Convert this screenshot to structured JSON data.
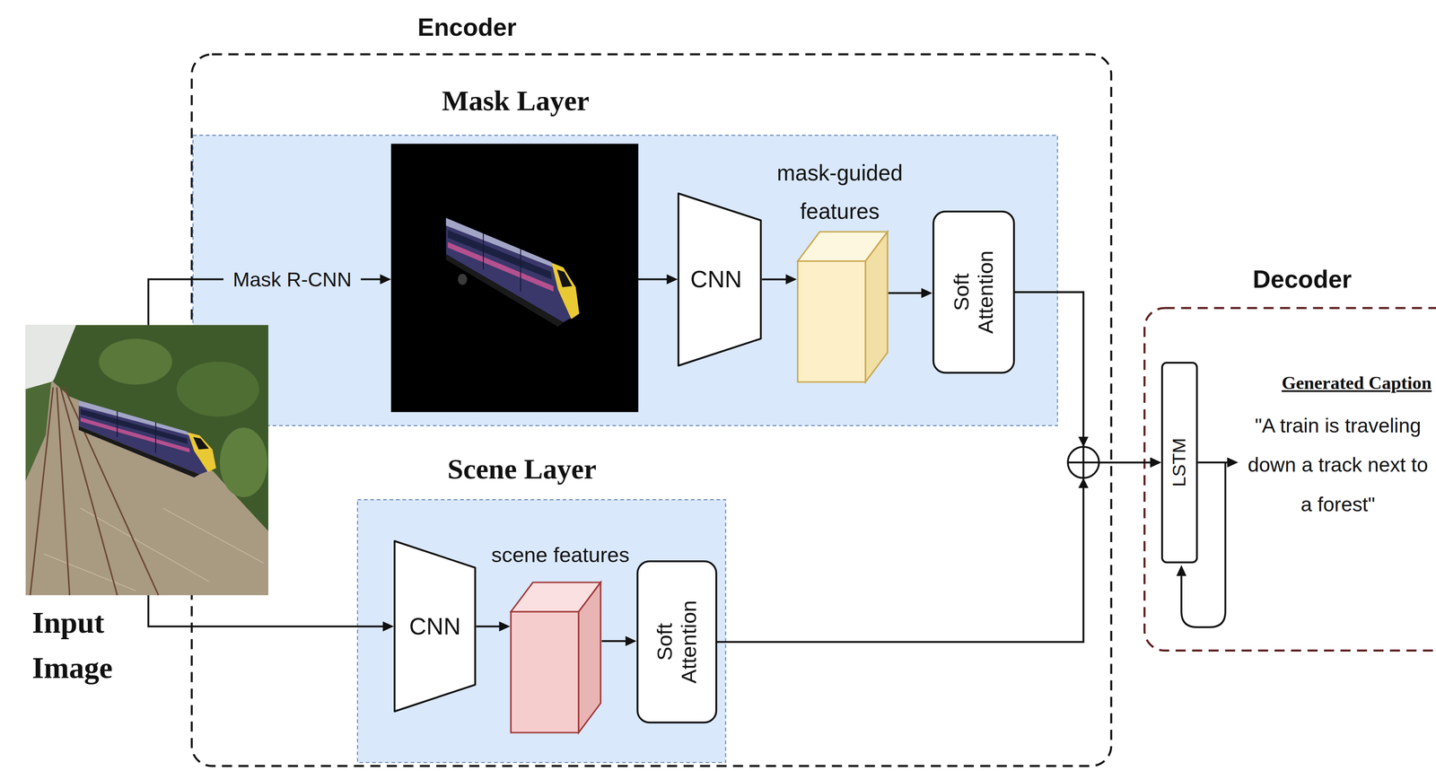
{
  "diagram": {
    "nodes": [
      {
        "text": [
          "Input Image"
        ]
      },
      {
        "text": [
          "Encoder"
        ]
      },
      {
        "text": [
          "Mask Layer"
        ],
        "in": 1
      },
      {
        "text": [
          "CNN"
        ],
        "in": 2
      },
      {
        "text": [
          "mask-guided features"
        ],
        "in": 2
      },
      {
        "text": [
          "Soft Attention"
        ],
        "in": 2
      },
      {
        "text": [
          "Scene Layer"
        ],
        "in": 1
      },
      {
        "text": [
          "CNN"
        ],
        "in": 6
      },
      {
        "text": [
          "scene features"
        ],
        "in": 6
      },
      {
        "text": [
          "Soft Attention"
        ],
        "in": 6
      },
      {
        "text": [
          "Decoder"
        ]
      },
      {
        "text": [
          "LSTM"
        ],
        "in": 10
      }
    ],
    "edges": [
      {
        "from": 0,
        "to": 7,
        "arrow": "to"
      },
      {
        "from": 3,
        "to": 4,
        "arrow": "to"
      },
      {
        "from": 4,
        "to": 5,
        "arrow": "to"
      },
      {
        "from": 7,
        "to": 8,
        "arrow": "to"
      },
      {
        "from": 8,
        "to": 9,
        "arrow": "to"
      },
      {
        "from": 5,
        "to": 11,
        "arrow": "to"
      },
      {
        "from": 9,
        "to": 11,
        "arrow": "to"
      }
    ],
    "labels": [
      "Mask R-CNN",
      "Generated Caption",
      "\"A train is traveling down a track next to a forest\""
    ]
  }
}
